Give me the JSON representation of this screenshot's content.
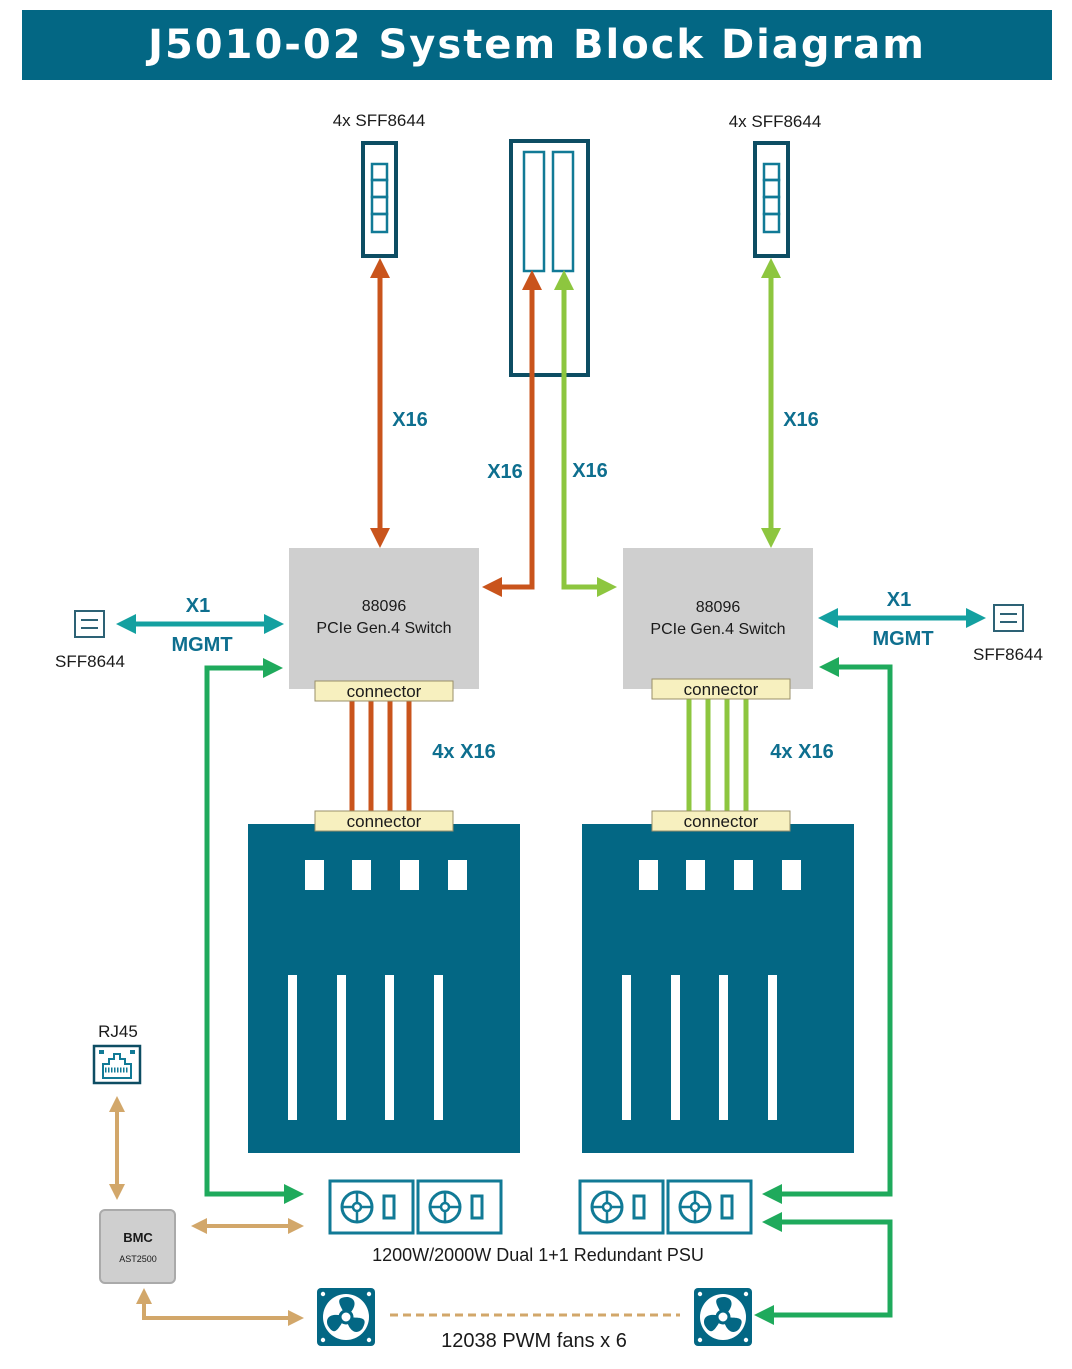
{
  "title": "J5010-02 System Block Diagram",
  "colors": {
    "teal_dark": "#036784",
    "frame_dark": "#0d4d63",
    "orange": "#c9541c",
    "light_green": "#8dc63f",
    "green": "#1faa5c",
    "teal_arrow": "#14a0a0",
    "tan": "#d2a76a",
    "switch_gray": "#cfcfcf",
    "connector_yellow": "#f7f0bf",
    "label_blue": "#0e6f8f"
  },
  "top": {
    "left_port_label": "4x SFF8644",
    "right_port_label": "4x SFF8644"
  },
  "links": {
    "left_top": "X16",
    "center_left": "X16",
    "center_right": "X16",
    "right_top": "X16",
    "left_mgmt_top": "X1",
    "left_mgmt_bottom": "MGMT",
    "right_mgmt_top": "X1",
    "right_mgmt_bottom": "MGMT",
    "left_cables": "4x X16",
    "right_cables": "4x X16"
  },
  "switches": [
    {
      "model": "88096",
      "desc": "PCIe Gen.4 Switch"
    },
    {
      "model": "88096",
      "desc": "PCIe Gen.4 Switch"
    }
  ],
  "connectors": {
    "label": "connector"
  },
  "side_ports": {
    "left": "SFF8644",
    "right": "SFF8644"
  },
  "management": {
    "rj45_label": "RJ45",
    "bmc_title": "BMC",
    "bmc_chip": "AST2500"
  },
  "power": {
    "psu_label": "1200W/2000W Dual 1+1 Redundant PSU",
    "fans_label": "12038 PWM fans x 6"
  }
}
